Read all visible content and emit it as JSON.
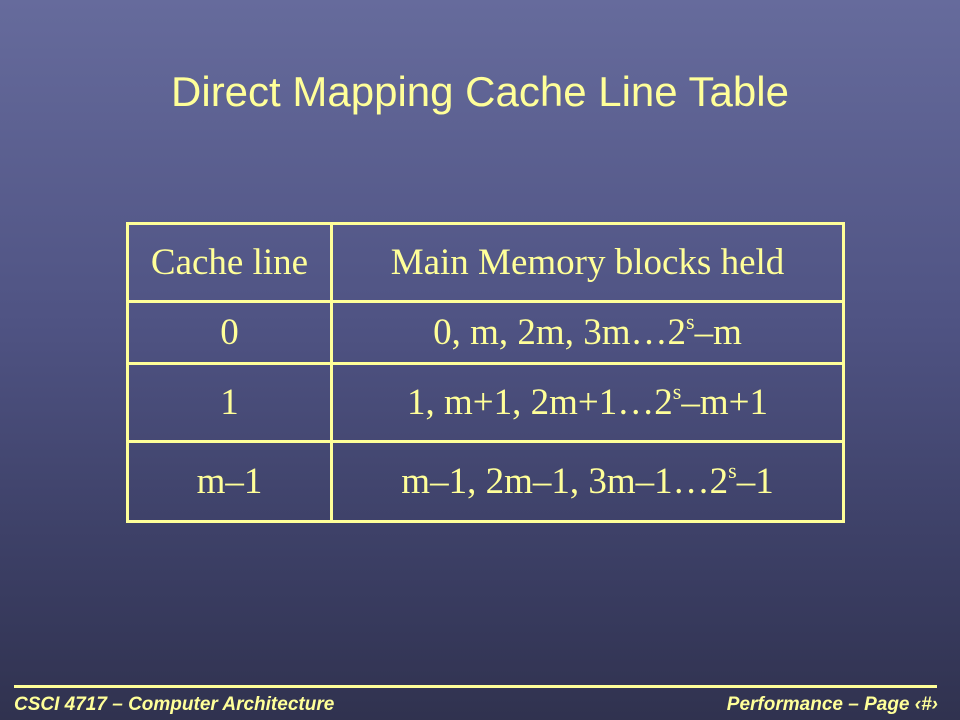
{
  "slide": {
    "title": "Direct Mapping Cache Line Table"
  },
  "table": {
    "header": {
      "cache_line": "Cache line",
      "blocks_held": "Main Memory blocks held"
    },
    "rows": [
      {
        "cache_line": "0",
        "blocks_main": "0, m, 2m, 3m…2",
        "blocks_exp": "s",
        "blocks_tail": "–m"
      },
      {
        "cache_line": "1",
        "blocks_main": "1, m+1, 2m+1…2",
        "blocks_exp": "s",
        "blocks_tail": "–m+1"
      },
      {
        "cache_line": "m–1",
        "blocks_main": "m–1, 2m–1, 3m–1…2",
        "blocks_exp": "s",
        "blocks_tail": "–1"
      }
    ]
  },
  "footer": {
    "left": "CSCI 4717 – Computer Architecture",
    "right": "Performance – Page ‹#›"
  },
  "colors": {
    "text_accent": "#ffff99",
    "background_top": "#666b9c",
    "background_bottom": "#30324f"
  }
}
